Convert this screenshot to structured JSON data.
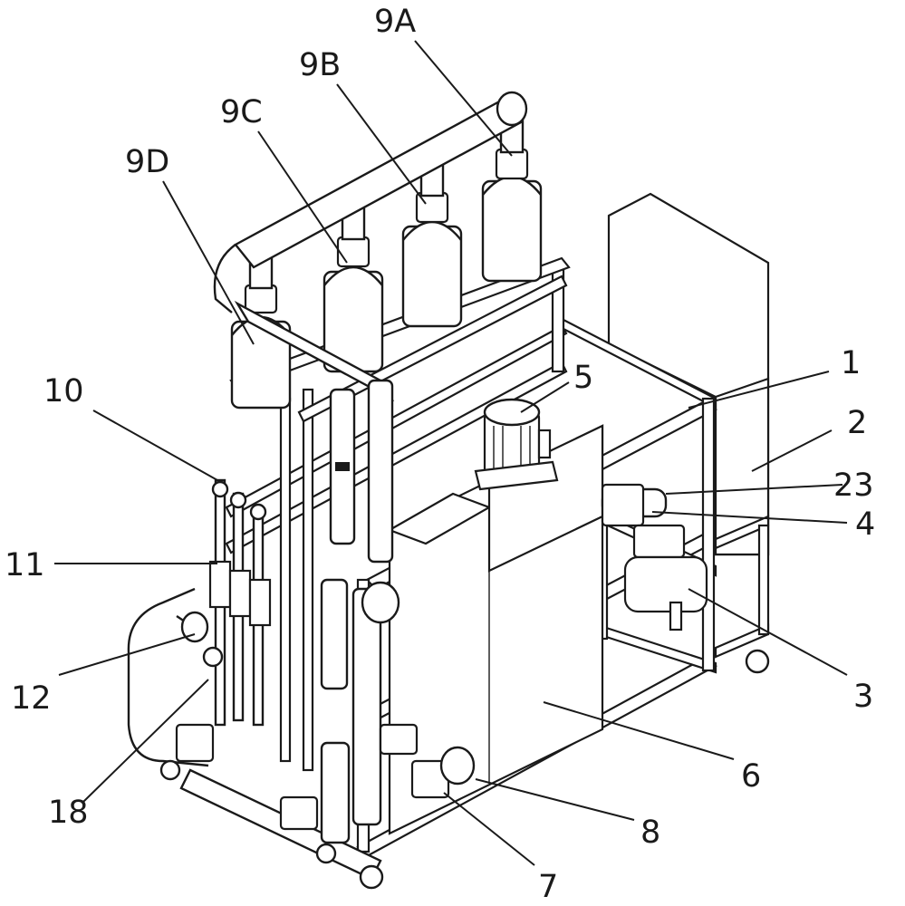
{
  "figure": {
    "labels": [
      {
        "id": "9A",
        "text": "9A"
      },
      {
        "id": "9B",
        "text": "9B"
      },
      {
        "id": "9C",
        "text": "9C"
      },
      {
        "id": "9D",
        "text": "9D"
      },
      {
        "id": "10",
        "text": "10"
      },
      {
        "id": "11",
        "text": "11"
      },
      {
        "id": "12",
        "text": "12"
      },
      {
        "id": "18",
        "text": "18"
      },
      {
        "id": "1",
        "text": "1"
      },
      {
        "id": "2",
        "text": "2"
      },
      {
        "id": "23",
        "text": "23"
      },
      {
        "id": "4",
        "text": "4"
      },
      {
        "id": "3",
        "text": "3"
      },
      {
        "id": "5",
        "text": "5"
      },
      {
        "id": "6",
        "text": "6"
      },
      {
        "id": "8",
        "text": "8"
      },
      {
        "id": "7",
        "text": "7"
      }
    ]
  },
  "colors": {
    "line": "#1a1a1a",
    "background": "#ffffff"
  }
}
